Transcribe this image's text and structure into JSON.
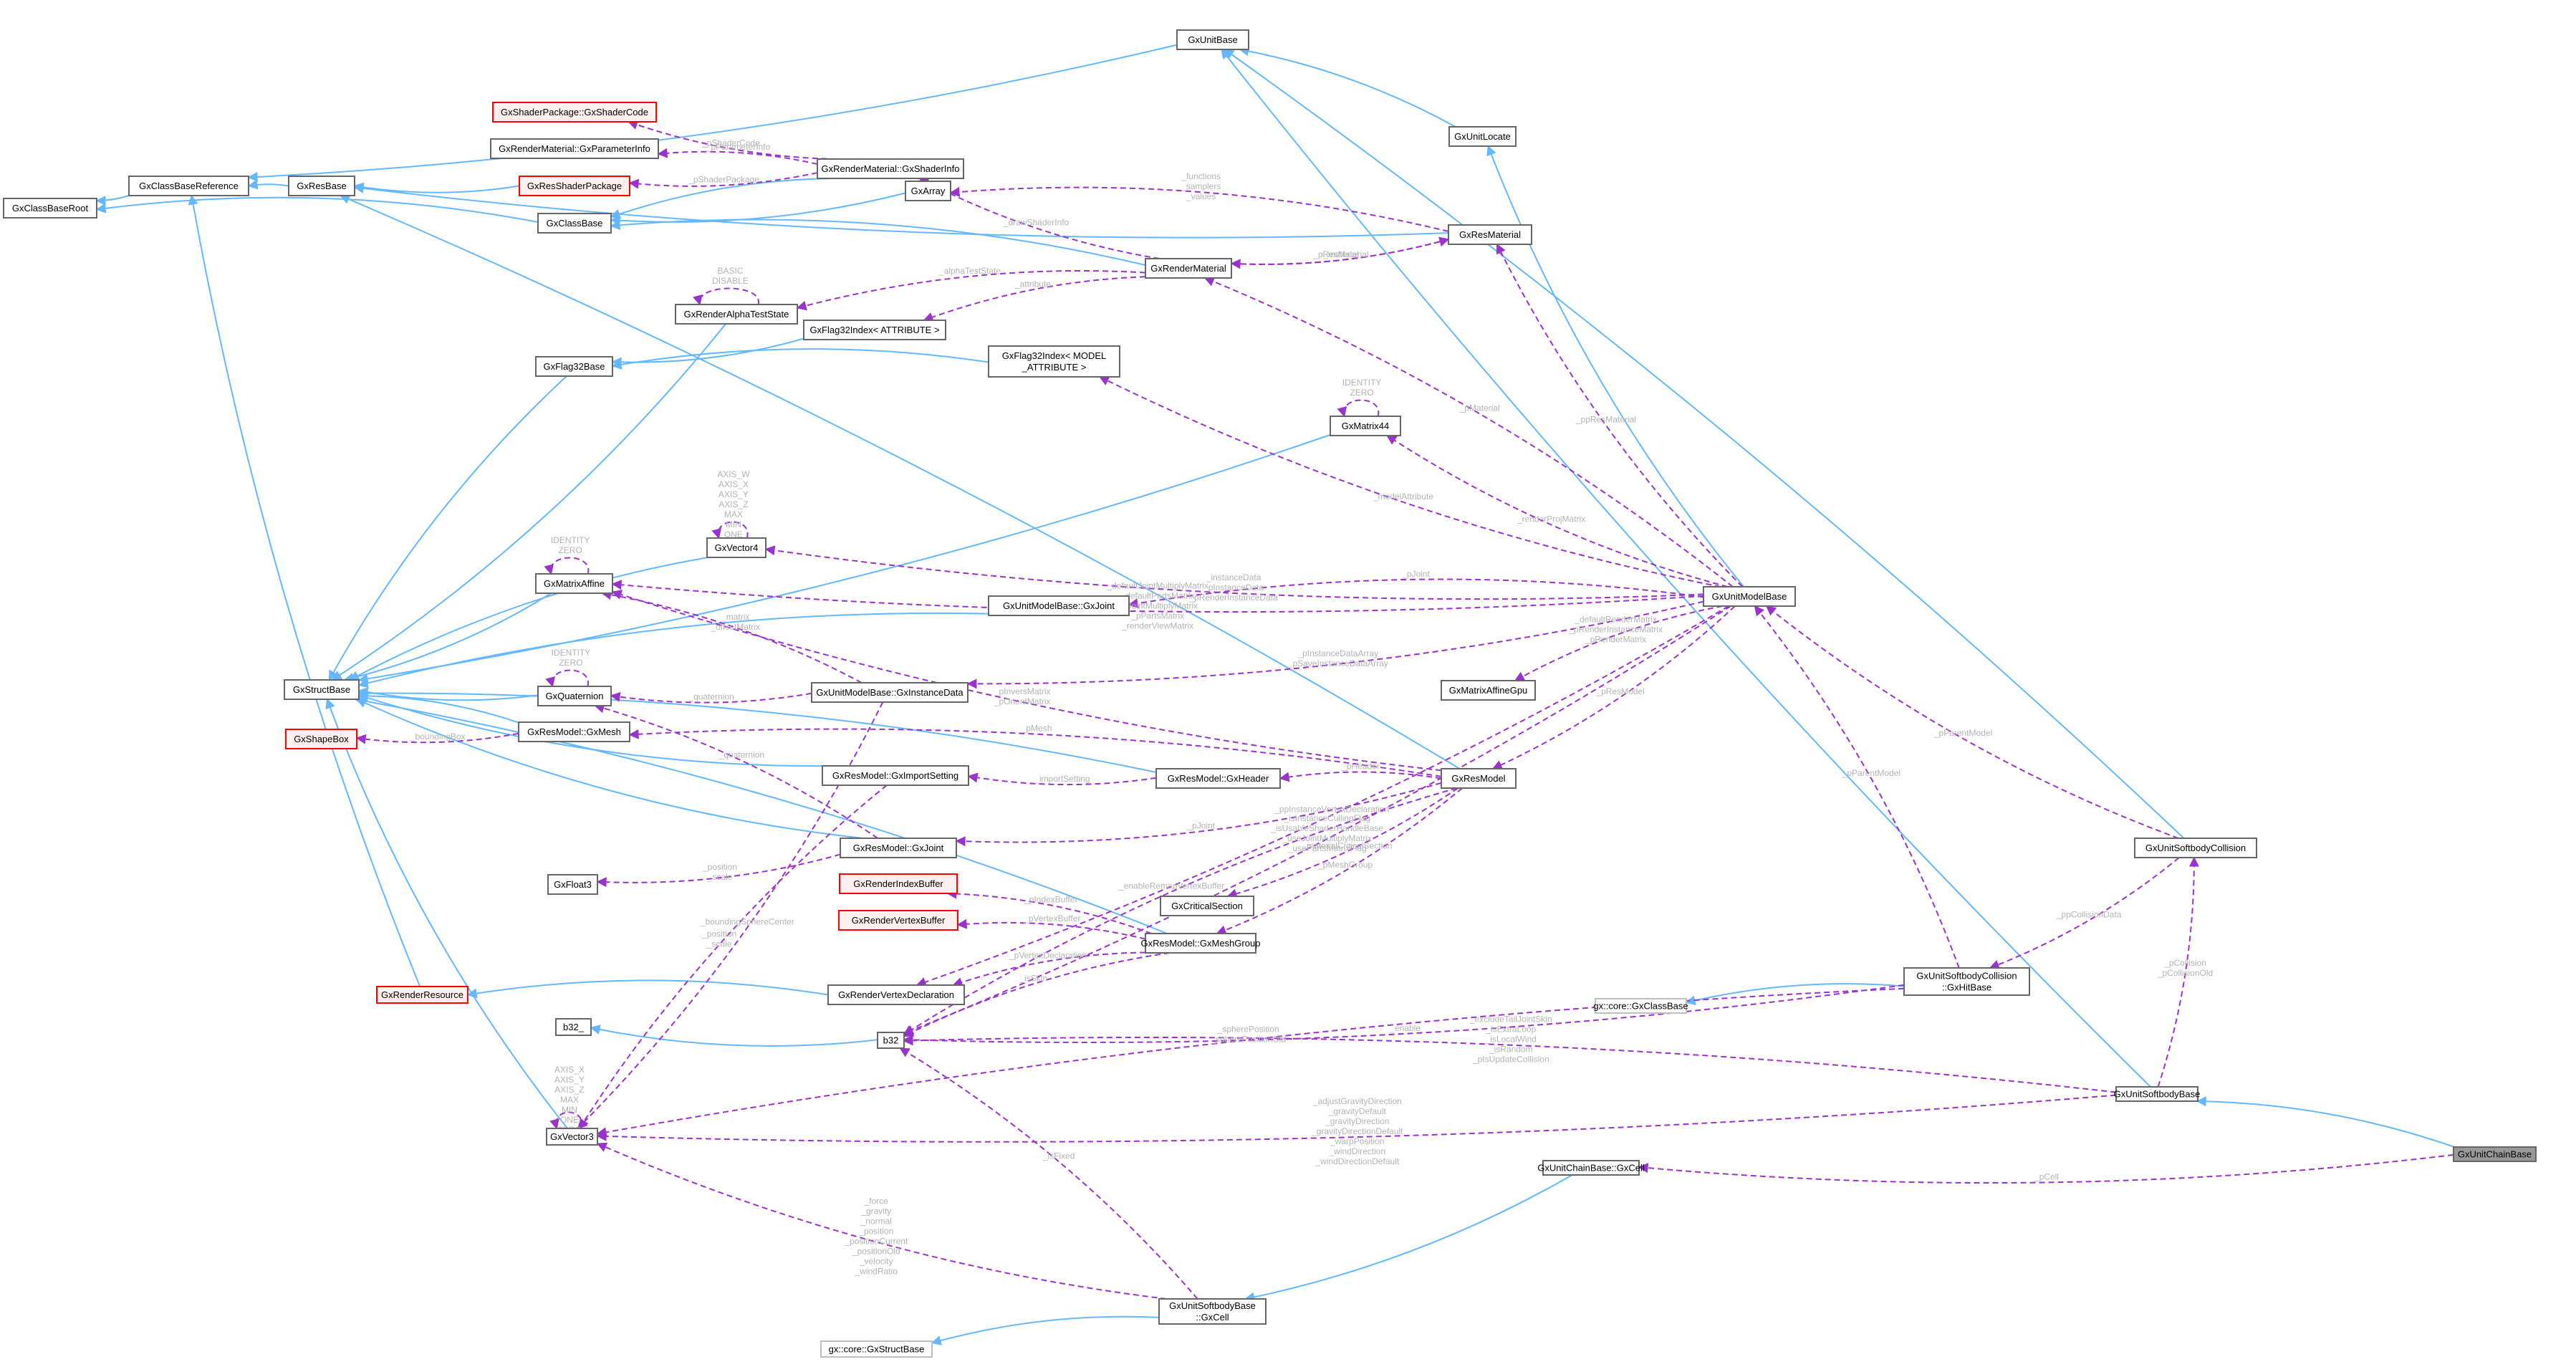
{
  "title": "GxUnitChainBase collaboration diagram",
  "colors": {
    "inheritance_edge": "#63b8ff",
    "usage_edge": "#9a32cd",
    "edge_label": "#b3b3b3",
    "node_border": "#666666",
    "external_node_border": "#bfbfbf",
    "undocumented_node_border": "#ff0000",
    "undocumented_node_fill": "#fff0f0",
    "focus_node_fill": "#999999"
  },
  "nodes": [
    {
      "id": "GxUnitBase",
      "label": [
        "GxUnitBase"
      ],
      "style": "normal"
    },
    {
      "id": "GxClassBaseReference",
      "label": [
        "GxClassBaseReference"
      ],
      "style": "normal"
    },
    {
      "id": "GxResBase",
      "label": [
        "GxResBase"
      ],
      "style": "normal"
    },
    {
      "id": "GxClassBaseRoot",
      "label": [
        "GxClassBaseRoot"
      ],
      "style": "normal"
    },
    {
      "id": "GxShaderCode",
      "label": [
        "GxShaderPackage::GxShaderCode"
      ],
      "style": "red"
    },
    {
      "id": "GxParameterInfo",
      "label": [
        "GxRenderMaterial::GxParameterInfo"
      ],
      "style": "normal"
    },
    {
      "id": "GxResShaderPackage",
      "label": [
        "GxResShaderPackage"
      ],
      "style": "red"
    },
    {
      "id": "GxClassBase",
      "label": [
        "GxClassBase"
      ],
      "style": "normal"
    },
    {
      "id": "GxShaderInfo",
      "label": [
        "GxRenderMaterial::GxShaderInfo"
      ],
      "style": "normal"
    },
    {
      "id": "GxArray",
      "label": [
        "GxArray"
      ],
      "style": "normal"
    },
    {
      "id": "GxUnitLocate",
      "label": [
        "GxUnitLocate"
      ],
      "style": "normal"
    },
    {
      "id": "GxResMaterial",
      "label": [
        "GxResMaterial"
      ],
      "style": "normal"
    },
    {
      "id": "GxRenderMaterial",
      "label": [
        "GxRenderMaterial"
      ],
      "style": "normal"
    },
    {
      "id": "GxRenderAlphaTestState",
      "label": [
        "GxRenderAlphaTestState"
      ],
      "style": "normal"
    },
    {
      "id": "GxFlag32IndexAttr",
      "label": [
        "GxFlag32Index< ATTRIBUTE >"
      ],
      "style": "normal"
    },
    {
      "id": "GxFlag32Base",
      "label": [
        "GxFlag32Base"
      ],
      "style": "normal"
    },
    {
      "id": "GxFlag32IndexModel",
      "label": [
        "GxFlag32Index< MODEL",
        "_ATTRIBUTE >"
      ],
      "style": "normal"
    },
    {
      "id": "GxMatrix44",
      "label": [
        "GxMatrix44"
      ],
      "style": "normal"
    },
    {
      "id": "GxVector4",
      "label": [
        "GxVector4"
      ],
      "style": "normal"
    },
    {
      "id": "GxMatrixAffine",
      "label": [
        "GxMatrixAffine"
      ],
      "style": "normal"
    },
    {
      "id": "GxUMBJoint",
      "label": [
        "GxUnitModelBase::GxJoint"
      ],
      "style": "normal"
    },
    {
      "id": "GxUnitModelBase",
      "label": [
        "GxUnitModelBase"
      ],
      "style": "normal"
    },
    {
      "id": "GxStructBase",
      "label": [
        "GxStructBase"
      ],
      "style": "normal"
    },
    {
      "id": "GxQuaternion",
      "label": [
        "GxQuaternion"
      ],
      "style": "normal"
    },
    {
      "id": "GxInstanceData",
      "label": [
        "GxUnitModelBase::GxInstanceData"
      ],
      "style": "normal"
    },
    {
      "id": "GxMatrixAffineGpu",
      "label": [
        "GxMatrixAffineGpu"
      ],
      "style": "normal"
    },
    {
      "id": "GxShapeBox",
      "label": [
        "GxShapeBox"
      ],
      "style": "red"
    },
    {
      "id": "GxMesh",
      "label": [
        "GxResModel::GxMesh"
      ],
      "style": "normal"
    },
    {
      "id": "GxImportSetting",
      "label": [
        "GxResModel::GxImportSetting"
      ],
      "style": "normal"
    },
    {
      "id": "GxHeader",
      "label": [
        "GxResModel::GxHeader"
      ],
      "style": "normal"
    },
    {
      "id": "GxResModel",
      "label": [
        "GxResModel"
      ],
      "style": "normal"
    },
    {
      "id": "GxFloat3",
      "label": [
        "GxFloat3"
      ],
      "style": "normal"
    },
    {
      "id": "GxRMJoint",
      "label": [
        "GxResModel::GxJoint"
      ],
      "style": "normal"
    },
    {
      "id": "GxRenderIndexBuffer",
      "label": [
        "GxRenderIndexBuffer"
      ],
      "style": "red"
    },
    {
      "id": "GxCriticalSection",
      "label": [
        "GxCriticalSection"
      ],
      "style": "normal"
    },
    {
      "id": "GxUnitSoftbodyCollision",
      "label": [
        "GxUnitSoftbodyCollision"
      ],
      "style": "normal"
    },
    {
      "id": "GxRenderVertexBuffer",
      "label": [
        "GxRenderVertexBuffer"
      ],
      "style": "red"
    },
    {
      "id": "GxMeshGroup",
      "label": [
        "GxResModel::GxMeshGroup"
      ],
      "style": "normal"
    },
    {
      "id": "GxRenderResource",
      "label": [
        "GxRenderResource"
      ],
      "style": "red"
    },
    {
      "id": "GxRenderVertexDeclaration",
      "label": [
        "GxRenderVertexDeclaration"
      ],
      "style": "normal"
    },
    {
      "id": "b32_",
      "label": [
        "b32_"
      ],
      "style": "normal"
    },
    {
      "id": "GxHitBase",
      "label": [
        "GxUnitSoftbodyCollision",
        "::GxHitBase"
      ],
      "style": "normal"
    },
    {
      "id": "coreClassBase",
      "label": [
        "gx::core::GxClassBase"
      ],
      "style": "ext"
    },
    {
      "id": "b32",
      "label": [
        "b32"
      ],
      "style": "normal"
    },
    {
      "id": "GxVector3",
      "label": [
        "GxVector3"
      ],
      "style": "normal"
    },
    {
      "id": "GxUnitSoftbodyBase",
      "label": [
        "GxUnitSoftbodyBase"
      ],
      "style": "normal"
    },
    {
      "id": "GxUnitChainBase",
      "label": [
        "GxUnitChainBase"
      ],
      "style": "focus"
    },
    {
      "id": "GxChainCell",
      "label": [
        "GxUnitChainBase::GxCell"
      ],
      "style": "normal"
    },
    {
      "id": "GxSoftCell",
      "label": [
        "GxUnitSoftbodyBase",
        "::GxCell"
      ],
      "style": "normal"
    },
    {
      "id": "coreStructBase",
      "label": [
        "gx::core::GxStructBase"
      ],
      "style": "ext"
    }
  ],
  "edges": [
    {
      "from": "GxClassBaseReference",
      "to": "GxClassBaseRoot",
      "kind": "inherit",
      "label": []
    },
    {
      "from": "GxResBase",
      "to": "GxClassBaseReference",
      "kind": "inherit",
      "label": []
    },
    {
      "from": "GxResShaderPackage",
      "to": "GxResBase",
      "kind": "inherit",
      "label": []
    },
    {
      "from": "GxClassBase",
      "to": "GxClassBaseRoot",
      "kind": "inherit",
      "label": []
    },
    {
      "from": "GxUnitBase",
      "to": "GxClassBaseReference",
      "kind": "inherit",
      "label": []
    },
    {
      "from": "GxShaderInfo",
      "to": "GxClassBase",
      "kind": "inherit",
      "label": []
    },
    {
      "from": "GxArray",
      "to": "GxClassBase",
      "kind": "inherit",
      "label": []
    },
    {
      "from": "GxRenderMaterial",
      "to": "GxClassBase",
      "kind": "inherit",
      "label": []
    },
    {
      "from": "GxResMaterial",
      "to": "GxResBase",
      "kind": "inherit",
      "label": []
    },
    {
      "from": "GxUnitLocate",
      "to": "GxUnitBase",
      "kind": "inherit",
      "label": []
    },
    {
      "from": "GxUnitModelBase",
      "to": "GxUnitLocate",
      "kind": "inherit",
      "label": []
    },
    {
      "from": "GxUnitSoftbodyCollision",
      "to": "GxUnitBase",
      "kind": "inherit",
      "label": []
    },
    {
      "from": "GxUnitSoftbodyBase",
      "to": "GxUnitBase",
      "kind": "inherit",
      "label": []
    },
    {
      "from": "GxUnitChainBase",
      "to": "GxUnitSoftbodyBase",
      "kind": "inherit",
      "label": []
    },
    {
      "from": "GxFlag32IndexAttr",
      "to": "GxFlag32Base",
      "kind": "inherit",
      "label": []
    },
    {
      "from": "GxFlag32IndexModel",
      "to": "GxFlag32Base",
      "kind": "inherit",
      "label": []
    },
    {
      "from": "GxRenderAlphaTestState",
      "to": "GxStructBase",
      "kind": "inherit",
      "label": []
    },
    {
      "from": "GxFlag32Base",
      "to": "GxStructBase",
      "kind": "inherit",
      "label": []
    },
    {
      "from": "GxMatrix44",
      "to": "GxStructBase",
      "kind": "inherit",
      "label": []
    },
    {
      "from": "GxVector4",
      "to": "GxStructBase",
      "kind": "inherit",
      "label": []
    },
    {
      "from": "GxMatrixAffine",
      "to": "GxStructBase",
      "kind": "inherit",
      "label": []
    },
    {
      "from": "GxUMBJoint",
      "to": "GxStructBase",
      "kind": "inherit",
      "label": []
    },
    {
      "from": "GxQuaternion",
      "to": "GxStructBase",
      "kind": "inherit",
      "label": []
    },
    {
      "from": "GxMesh",
      "to": "GxStructBase",
      "kind": "inherit",
      "label": []
    },
    {
      "from": "GxImportSetting",
      "to": "GxStructBase",
      "kind": "inherit",
      "label": []
    },
    {
      "from": "GxHeader",
      "to": "GxStructBase",
      "kind": "inherit",
      "label": []
    },
    {
      "from": "GxRMJoint",
      "to": "GxStructBase",
      "kind": "inherit",
      "label": []
    },
    {
      "from": "GxMeshGroup",
      "to": "GxStructBase",
      "kind": "inherit",
      "label": []
    },
    {
      "from": "GxVector3",
      "to": "GxStructBase",
      "kind": "inherit",
      "label": []
    },
    {
      "from": "GxResModel",
      "to": "GxResBase",
      "kind": "inherit",
      "label": []
    },
    {
      "from": "GxRenderResource",
      "to": "GxClassBaseReference",
      "kind": "inherit",
      "label": []
    },
    {
      "from": "GxRenderVertexDeclaration",
      "to": "GxRenderResource",
      "kind": "inherit",
      "label": []
    },
    {
      "from": "b32",
      "to": "b32_",
      "kind": "inherit",
      "label": []
    },
    {
      "from": "GxHitBase",
      "to": "coreClassBase",
      "kind": "inherit",
      "label": []
    },
    {
      "from": "GxChainCell",
      "to": "GxSoftCell",
      "kind": "inherit",
      "label": []
    },
    {
      "from": "GxSoftCell",
      "to": "coreStructBase",
      "kind": "inherit",
      "label": []
    },
    {
      "from": "GxShaderInfo",
      "to": "GxShaderCode",
      "kind": "use",
      "label": [
        "_pShaderCode"
      ]
    },
    {
      "from": "GxShaderInfo",
      "to": "GxParameterInfo",
      "kind": "use",
      "label": [
        "_pParameterInfo"
      ]
    },
    {
      "from": "GxShaderInfo",
      "to": "GxResShaderPackage",
      "kind": "use",
      "label": [
        "_pShaderPackage"
      ]
    },
    {
      "from": "GxResMaterial",
      "to": "GxArray",
      "kind": "use",
      "label": [
        "_functions",
        "_samplers",
        "_values"
      ]
    },
    {
      "from": "GxRenderMaterial",
      "to": "GxShaderInfo",
      "kind": "use",
      "label": [
        "_drawShaderInfo"
      ]
    },
    {
      "from": "GxRenderMaterial",
      "to": "GxResMaterial",
      "kind": "use",
      "label": [
        "_pResMaterial"
      ]
    },
    {
      "from": "GxResMaterial",
      "to": "GxRenderMaterial",
      "kind": "use",
      "label": [
        "_material"
      ]
    },
    {
      "from": "GxRenderMaterial",
      "to": "GxRenderAlphaTestState",
      "kind": "use",
      "label": [
        "_alphaTestState"
      ]
    },
    {
      "from": "GxRenderAlphaTestState",
      "to": "GxRenderAlphaTestState",
      "kind": "use",
      "label": [
        "BASIC",
        "DISABLE"
      ]
    },
    {
      "from": "GxRenderMaterial",
      "to": "GxFlag32IndexAttr",
      "kind": "use",
      "label": [
        "_attribute"
      ]
    },
    {
      "from": "GxUnitModelBase",
      "to": "GxResMaterial",
      "kind": "use",
      "label": [
        "_ppResMaterial"
      ]
    },
    {
      "from": "GxUnitModelBase",
      "to": "GxRenderMaterial",
      "kind": "use",
      "label": [
        "_pMaterial"
      ]
    },
    {
      "from": "GxUnitModelBase",
      "to": "GxFlag32IndexModel",
      "kind": "use",
      "label": [
        "_modelAttribute"
      ]
    },
    {
      "from": "GxMatrix44",
      "to": "GxMatrix44",
      "kind": "use",
      "label": [
        "IDENTITY",
        "ZERO"
      ]
    },
    {
      "from": "GxUnitModelBase",
      "to": "GxMatrix44",
      "kind": "use",
      "label": [
        "_renderProjMatrix"
      ]
    },
    {
      "from": "GxVector4",
      "to": "GxVector4",
      "kind": "use",
      "label": [
        "AXIS_W",
        "AXIS_X",
        "AXIS_Y",
        "AXIS_Z",
        "MAX",
        "MIN",
        "ONE",
        "ZERO"
      ]
    },
    {
      "from": "GxUnitModelBase",
      "to": "GxVector4",
      "kind": "use",
      "label": [
        "_instanceData",
        "_pInstanceData",
        "_pRenderInstanceData"
      ]
    },
    {
      "from": "GxMatrixAffine",
      "to": "GxMatrixAffine",
      "kind": "use",
      "label": [
        "IDENTITY",
        "ZERO"
      ]
    },
    {
      "from": "GxUnitModelBase",
      "to": "GxMatrixAffine",
      "kind": "use",
      "label": [
        "_defaultJointMultiplyMatrix",
        "_defaultPartsMatrix",
        "_pJointMultiplyMatrix",
        "_pPartsMatrix",
        "_renderViewMatrix"
      ]
    },
    {
      "from": "GxUnitModelBase",
      "to": "GxUMBJoint",
      "kind": "use",
      "label": [
        "_pJoint"
      ]
    },
    {
      "from": "GxUnitModelBase",
      "to": "GxInstanceData",
      "kind": "use",
      "label": [
        "_pInstanceDataArray",
        "_pSaveInstanceDataArray"
      ]
    },
    {
      "from": "GxInstanceData",
      "to": "GxMatrixAffine",
      "kind": "use",
      "label": [
        "_matrix",
        "_offsetMatrix"
      ]
    },
    {
      "from": "GxResModel",
      "to": "GxMatrixAffine",
      "kind": "use",
      "label": [
        "_pInversMatrix",
        "_pOrientMatrix"
      ]
    },
    {
      "from": "GxUnitModelBase",
      "to": "GxMatrixAffineGpu",
      "kind": "use",
      "label": [
        "_defaultRenderMatrix",
        "_pRenderInstanceMatrix",
        "_pRenderMatrix"
      ]
    },
    {
      "from": "GxUnitModelBase",
      "to": "GxResModel",
      "kind": "use",
      "label": [
        "_pResModel"
      ]
    },
    {
      "from": "GxQuaternion",
      "to": "GxQuaternion",
      "kind": "use",
      "label": [
        "IDENTITY",
        "ZERO"
      ]
    },
    {
      "from": "GxInstanceData",
      "to": "GxQuaternion",
      "kind": "use",
      "label": [
        "_quaternion"
      ]
    },
    {
      "from": "GxRMJoint",
      "to": "GxQuaternion",
      "kind": "use",
      "label": [
        "_quaternion"
      ]
    },
    {
      "from": "GxMesh",
      "to": "GxShapeBox",
      "kind": "use",
      "label": [
        "_boundingBox"
      ]
    },
    {
      "from": "GxResModel",
      "to": "GxMesh",
      "kind": "use",
      "label": [
        "_pMesh"
      ]
    },
    {
      "from": "GxHeader",
      "to": "GxImportSetting",
      "kind": "use",
      "label": [
        "_importSetting"
      ]
    },
    {
      "from": "GxResModel",
      "to": "GxHeader",
      "kind": "use",
      "label": [
        "_pHeader"
      ]
    },
    {
      "from": "GxResModel",
      "to": "GxRMJoint",
      "kind": "use",
      "label": [
        "_pJoint"
      ]
    },
    {
      "from": "GxResModel",
      "to": "b32",
      "kind": "use",
      "label": [
        "_enableRemapVertexBuffer"
      ]
    },
    {
      "from": "GxRMJoint",
      "to": "GxFloat3",
      "kind": "use",
      "label": [
        "_position",
        "_scale"
      ]
    },
    {
      "from": "GxImportSetting",
      "to": "GxVector3",
      "kind": "use",
      "label": [
        "_position",
        "_scale"
      ]
    },
    {
      "from": "GxInstanceData",
      "to": "GxVector3",
      "kind": "use",
      "label": [
        "_boundingSphereCenter"
      ]
    },
    {
      "from": "GxMeshGroup",
      "to": "GxRenderIndexBuffer",
      "kind": "use",
      "label": [
        "_pIndexBuffer"
      ]
    },
    {
      "from": "GxResModel",
      "to": "GxCriticalSection",
      "kind": "use",
      "label": [
        "_materialCriticalSection"
      ]
    },
    {
      "from": "GxMeshGroup",
      "to": "GxRenderVertexBuffer",
      "kind": "use",
      "label": [
        "_pVertexBuffer"
      ]
    },
    {
      "from": "GxResModel",
      "to": "GxMeshGroup",
      "kind": "use",
      "label": [
        "_pMeshGroup"
      ]
    },
    {
      "from": "GxMeshGroup",
      "to": "GxRenderVertexDeclaration",
      "kind": "use",
      "label": [
        "_pVertexDeclaration"
      ]
    },
    {
      "from": "GxUnitModelBase",
      "to": "GxRenderVertexDeclaration",
      "kind": "use",
      "label": [
        "_ppInstanceVertexDeclaration"
      ]
    },
    {
      "from": "GxMeshGroup",
      "to": "b32",
      "kind": "use",
      "label": [
        "_isSkin"
      ]
    },
    {
      "from": "GxUnitModelBase",
      "to": "b32",
      "kind": "use",
      "label": [
        "_isInstanceCullingFlag",
        "_isUsableShaderHandleBase",
        "_useJointMultiplyMatrix",
        "_usePartsMatrixFlag"
      ]
    },
    {
      "from": "GxHitBase",
      "to": "GxVector3",
      "kind": "use",
      "label": [
        "_spherePosition",
        "_spherePositionOld"
      ]
    },
    {
      "from": "GxHitBase",
      "to": "b32",
      "kind": "use",
      "label": [
        "_enable"
      ]
    },
    {
      "from": "GxUnitSoftbodyBase",
      "to": "b32",
      "kind": "use",
      "label": [
        "_excludeTailJointSkin",
        "_isExtraLoop",
        "_isLocalWind",
        "_isRandom",
        "_pIsUpdateCollision"
      ]
    },
    {
      "from": "GxUnitSoftbodyBase",
      "to": "GxVector3",
      "kind": "use",
      "label": [
        "_adjustGravityDirection",
        "_gravityDefault",
        "_gravityDirection",
        "_gravityDirectionDefault",
        "_warpPosition",
        "_windDirection",
        "_windDirectionDefault"
      ]
    },
    {
      "from": "GxSoftCell",
      "to": "b32",
      "kind": "use",
      "label": [
        "_isFixed"
      ]
    },
    {
      "from": "GxSoftCell",
      "to": "GxVector3",
      "kind": "use",
      "label": [
        "_force",
        "_gravity",
        "_normal",
        "_position",
        "_positionCurrent",
        "_positionOld",
        "_velocity",
        "_windRatio"
      ]
    },
    {
      "from": "GxVector3",
      "to": "GxVector3",
      "kind": "use",
      "label": [
        "AXIS_X",
        "AXIS_Y",
        "AXIS_Z",
        "MAX",
        "MIN",
        "ONE",
        "ZERO"
      ]
    },
    {
      "from": "GxUnitSoftbodyCollision",
      "to": "GxUnitModelBase",
      "kind": "use",
      "label": [
        "_pParentModel"
      ]
    },
    {
      "from": "GxHitBase",
      "to": "GxUnitModelBase",
      "kind": "use",
      "label": [
        "_pParentModel"
      ]
    },
    {
      "from": "GxUnitSoftbodyCollision",
      "to": "GxHitBase",
      "kind": "use",
      "label": [
        "_ppCollisionData"
      ]
    },
    {
      "from": "GxUnitSoftbodyBase",
      "to": "GxUnitSoftbodyCollision",
      "kind": "use",
      "label": [
        "_pCollision",
        "_pCollisionOld"
      ]
    },
    {
      "from": "GxUnitChainBase",
      "to": "GxChainCell",
      "kind": "use",
      "label": [
        "_pCell"
      ]
    }
  ]
}
